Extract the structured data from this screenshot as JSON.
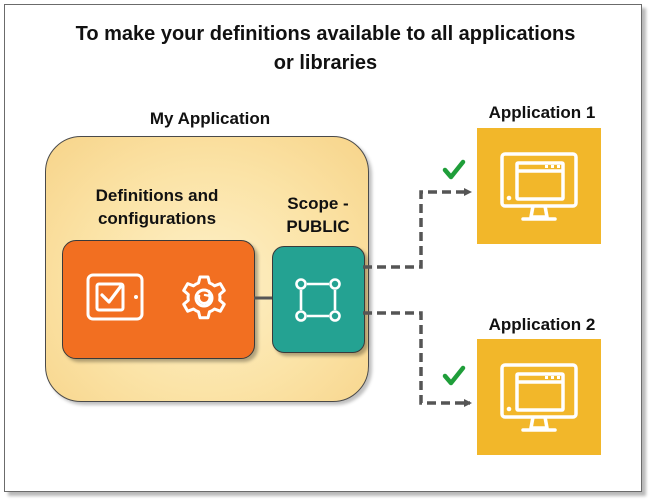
{
  "title_line1": "To make your definitions available to all applications",
  "title_line2": "or libraries",
  "my_application_label": "My Application",
  "definitions_label_line1": "Definitions and",
  "definitions_label_line2": "configurations",
  "scope_label_line1": "Scope -",
  "scope_label_line2": "PUBLIC",
  "application1_label": "Application 1",
  "application2_label": "Application 2",
  "icons": [
    "tablet-checkbox-icon",
    "gear-icon",
    "scope-frame-icon",
    "monitor-icon",
    "checkmark-icon"
  ],
  "colors": {
    "container_fill": "#fbe3a6",
    "definitions_fill": "#f26f21",
    "scope_fill": "#24a292",
    "application_fill": "#f2b72a",
    "checkmark": "#1f9e3a",
    "connector": "#555555"
  }
}
